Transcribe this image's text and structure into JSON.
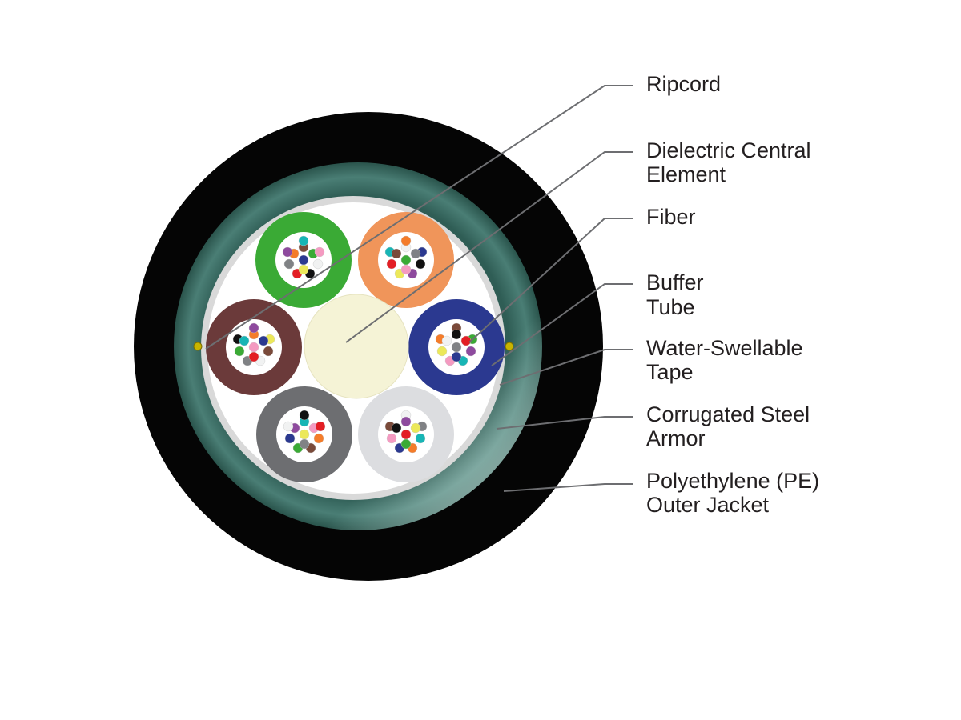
{
  "labels": {
    "ripcord": [
      "Ripcord"
    ],
    "central_element": [
      "Dielectric Central",
      "Element"
    ],
    "fiber": [
      "Fiber"
    ],
    "buffer_tube": [
      "Buffer",
      "Tube"
    ],
    "tape": [
      "Water-Swellable",
      "Tape"
    ],
    "armor": [
      "Corrugated Steel",
      "Armor"
    ],
    "jacket": [
      "Polyethylene (PE)",
      "Outer Jacket"
    ]
  },
  "colors": {
    "jacket": "#050505",
    "armor": "#3f6f66",
    "armor_highlight": "#7fa9a1",
    "tape": "#d9d9d9",
    "core": "#ffffff",
    "central_element": "#f5f3d6",
    "ripcord": "#c8b400",
    "leader_line": "#6d6e71",
    "label_text": "#231f20"
  },
  "buffer_tubes": [
    {
      "name": "green",
      "color": "#3aaa35"
    },
    {
      "name": "orange",
      "color": "#f0955a"
    },
    {
      "name": "blue",
      "color": "#2b3990"
    },
    {
      "name": "white",
      "color": "#dcdde0"
    },
    {
      "name": "slate",
      "color": "#6d6e71"
    },
    {
      "name": "brown",
      "color": "#6b3a3a"
    }
  ],
  "fiber_colors": [
    "#2b3990",
    "#f47c2a",
    "#3aaa35",
    "#7a4a3a",
    "#808285",
    "#f1f2f2",
    "#e31e24",
    "#111111",
    "#ece85a",
    "#8e4a9e",
    "#f49ac1",
    "#17b5b5"
  ]
}
